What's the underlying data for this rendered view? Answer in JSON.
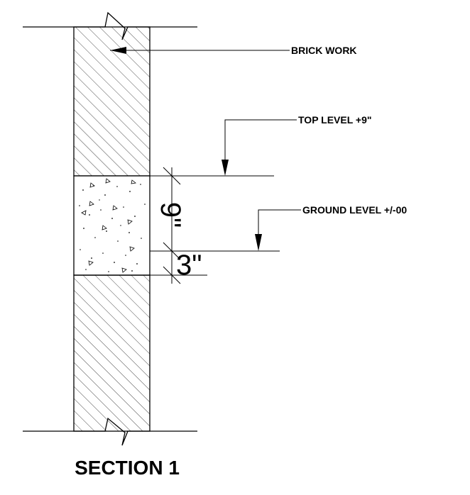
{
  "drawing": {
    "title": "SECTION 1",
    "labels": {
      "brick_work": "BRICK WORK",
      "top_level": "TOP LEVEL +9\"",
      "ground_level": "GROUND LEVEL +/-00"
    },
    "dimensions": {
      "upper": "9\"",
      "lower": "3\""
    },
    "colors": {
      "line": "#000000",
      "background": "#ffffff"
    }
  }
}
